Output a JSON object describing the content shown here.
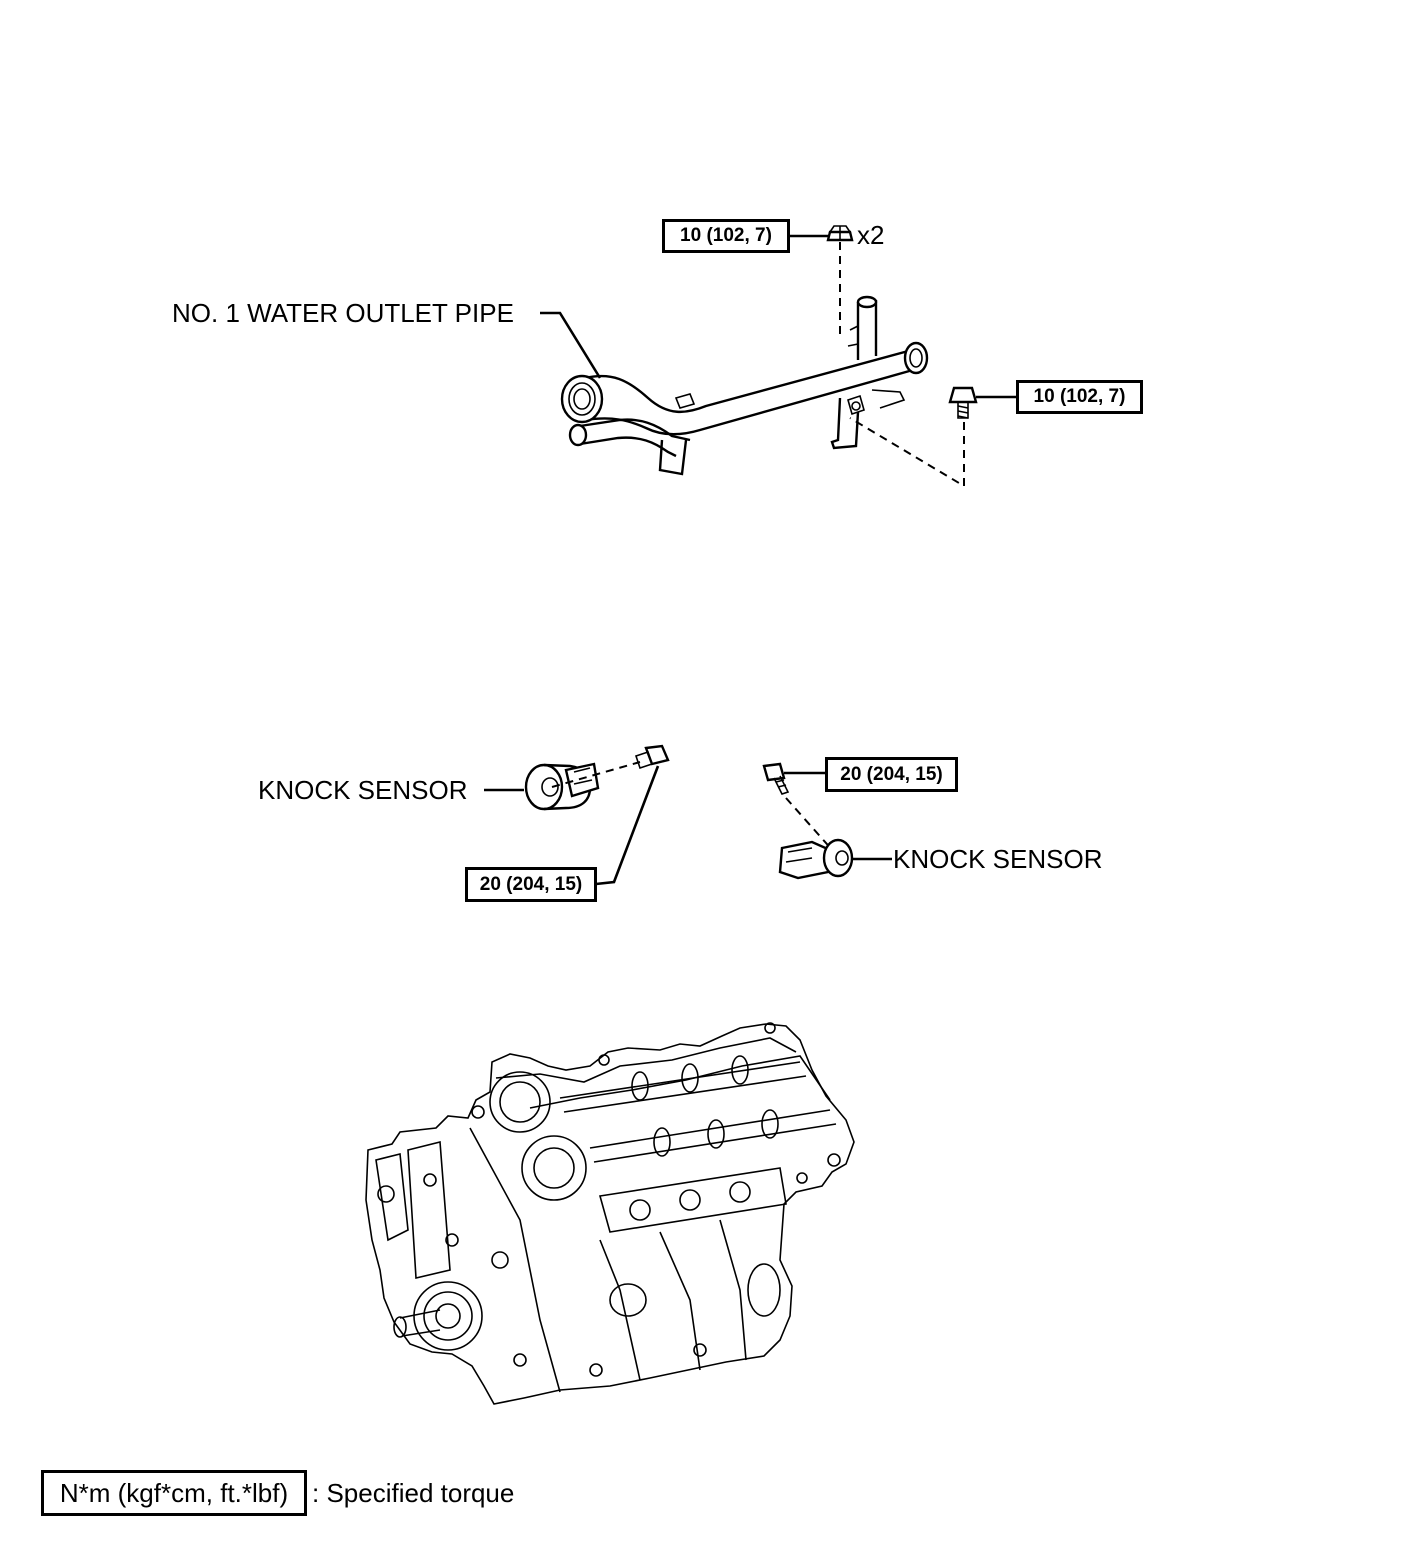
{
  "labels": {
    "water_outlet_pipe": "NO. 1 WATER OUTLET PIPE",
    "knock_sensor_left": "KNOCK SENSOR",
    "knock_sensor_right": "KNOCK SENSOR",
    "nut_quantity": "x2"
  },
  "torque_specs": {
    "pipe_nut": "10 (102, 7)",
    "pipe_bolt": "10 (102, 7)",
    "knock_left_bolt": "20 (204, 15)",
    "knock_right_bolt": "20 (204, 15)"
  },
  "legend": {
    "unit_box": "N*m (kgf*cm, ft.*lbf)",
    "description": ": Specified torque"
  }
}
